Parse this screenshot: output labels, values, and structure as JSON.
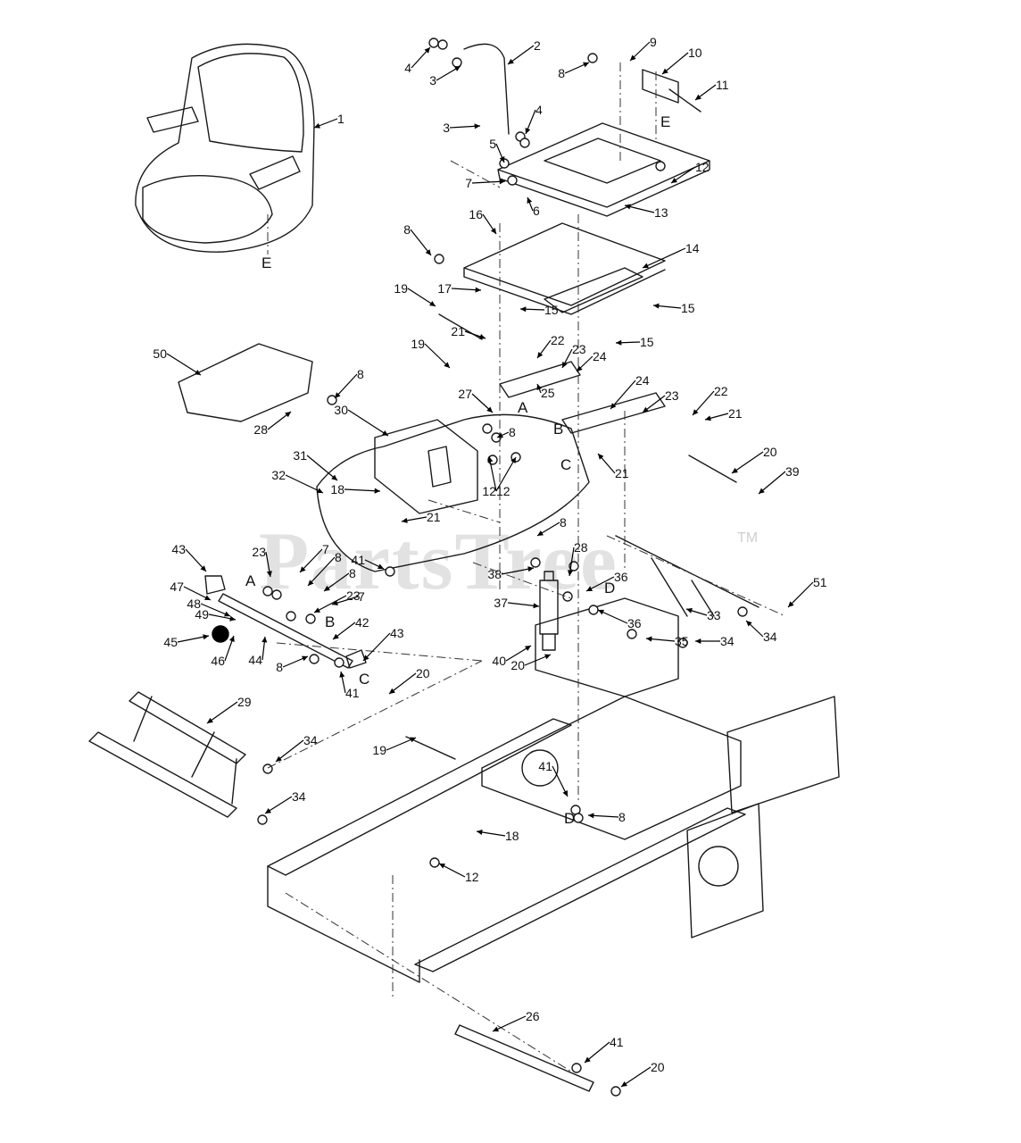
{
  "watermark": {
    "text": "PartsTree",
    "tm": "TM"
  },
  "part_labels": [
    "1",
    "2",
    "3",
    "3",
    "4",
    "4",
    "5",
    "6",
    "7",
    "8",
    "9",
    "10",
    "11",
    "12",
    "13",
    "14",
    "8",
    "15",
    "15",
    "15",
    "16",
    "17",
    "19",
    "21",
    "21",
    "22",
    "23",
    "24",
    "24",
    "23",
    "22",
    "21",
    "25",
    "27",
    "8",
    "12",
    "12",
    "50",
    "8",
    "28",
    "30",
    "31",
    "32",
    "18",
    "21",
    "19",
    "20",
    "39",
    "8",
    "28",
    "36",
    "38",
    "37",
    "36",
    "33",
    "35",
    "34",
    "34",
    "51",
    "40",
    "20",
    "43",
    "23",
    "7",
    "8",
    "8",
    "7",
    "41",
    "23",
    "47",
    "48",
    "49",
    "45",
    "46",
    "44",
    "8",
    "42",
    "41",
    "43",
    "20",
    "29",
    "34",
    "19",
    "34",
    "41",
    "8",
    "18",
    "12",
    "26",
    "41",
    "20"
  ],
  "reference_letters": [
    "E",
    "E",
    "A",
    "B",
    "C",
    "A",
    "B",
    "C",
    "D",
    "D"
  ]
}
